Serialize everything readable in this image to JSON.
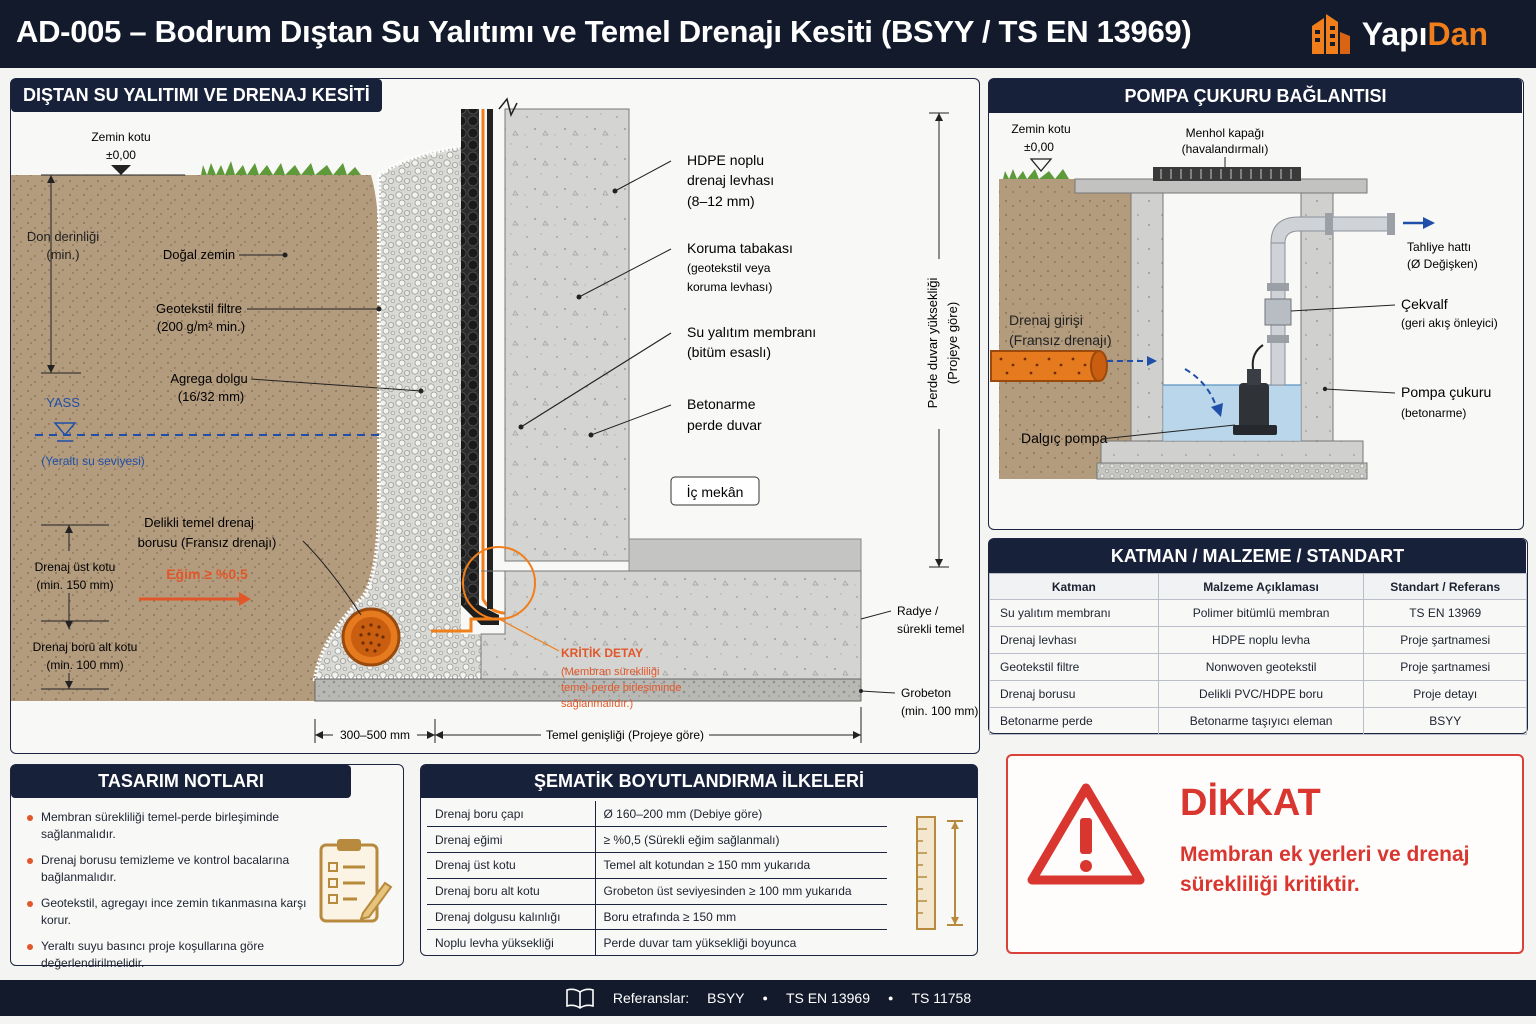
{
  "header": {
    "title": "AD-005 – Bodrum Dıştan Su Yalıtımı ve Temel Drenajı Kesiti (BSYY / TS EN 13969)",
    "logo_part1": "Yapı",
    "logo_part2": "Dan"
  },
  "section": {
    "tab": "DIŞTAN SU YALITIMI VE DRENAJ KESİTİ",
    "zemin_kotu": "Zemin kotu",
    "zemin_val": "±0,00",
    "don_1": "Don derinliği",
    "don_2": "(min.)",
    "yass": "YASS",
    "yass_sub": "(Yeraltı su seviyesi)",
    "ust_1": "Drenaj üst kotu",
    "ust_2": "(min. 150 mm)",
    "alt_1": "Drenaj borū alt kotu",
    "alt_2": "(min. 100 mm)",
    "dogal": "Doğal zemin",
    "geo_1": "Geotekstil filtre",
    "geo_2": "(200 g/m² min.)",
    "agr_1": "Agrega dolgu",
    "agr_2": "(16/32 mm)",
    "boru_1": "Delikli temel drenaj",
    "boru_2": "borusu (Fransız drenajı)",
    "egim": "Eğim ≥ %0,5",
    "hdpe_1": "HDPE noplu",
    "hdpe_2": "drenaj levhası",
    "hdpe_3": "(8–12 mm)",
    "kor_1": "Koruma tabakası",
    "kor_2": "(geotekstil veya",
    "kor_3": "koruma levhası)",
    "mem_1": "Su yalıtım membranı",
    "mem_2": "(bitüm esaslı)",
    "bet_1": "Betonarme",
    "bet_2": "perde duvar",
    "ic": "İç mekân",
    "perde_1": "Perde duvar yüksekliği",
    "perde_2": "(Projeye göre)",
    "radye_1": "Radye /",
    "radye_2": "sürekli temel",
    "grob_1": "Grobeton",
    "grob_2": "(min. 100 mm)",
    "kritik_1": "KRİTİK DETAY",
    "kritik_2": "(Membran sürekliliği",
    "kritik_3": "temel-perde birleşiminde",
    "kritik_4": "sağlanmalıdır.)",
    "dim1": "300–500 mm",
    "dim2": "Temel genişliği (Projeye göre)"
  },
  "pump": {
    "title": "POMPA ÇUKURU BAĞLANTISI",
    "zemin": "Zemin kotu",
    "zemin_val": "±0,00",
    "menhol_1": "Menhol kapağı",
    "menhol_2": "(havalandırmalı)",
    "tahliye_1": "Tahliye hattı",
    "tahliye_2": "(Ø Değişken)",
    "drenaj_1": "Drenaj girişi",
    "drenaj_2": "(Fransız drenajı)",
    "cekvalf_1": "Çekvalf",
    "cekvalf_2": "(geri akış önleyici)",
    "cukur_1": "Pompa çukuru",
    "cukur_2": "(betonarme)",
    "dalgic": "Dalgıç pompa"
  },
  "materials": {
    "title": "KATMAN / MALZEME / STANDART",
    "headers": [
      "Katman",
      "Malzeme Açıklaması",
      "Standart / Referans"
    ],
    "rows": [
      [
        "Su yalıtım membranı",
        "Polimer bitümlü membran",
        "TS EN 13969"
      ],
      [
        "Drenaj levhası",
        "HDPE noplu levha",
        "Proje şartnamesi"
      ],
      [
        "Geotekstil filtre",
        "Nonwoven geotekstil",
        "Proje şartnamesi"
      ],
      [
        "Drenaj borusu",
        "Delikli PVC/HDPE boru",
        "Proje detayı"
      ],
      [
        "Betonarme perde",
        "Betonarme taşıyıcı eleman",
        "BSYY"
      ]
    ]
  },
  "notes": {
    "title": "TASARIM NOTLARI",
    "items": [
      "Membran sürekliliği temel-perde birleşiminde sağlanmalıdır.",
      "Drenaj borusu temizleme ve kontrol bacalarına bağlanmalıdır.",
      "Geotekstil, agregayı ince zemin tıkanmasına karşı korur.",
      "Yeraltı suyu basıncı proje koşullarına göre değerlendirilmelidir."
    ]
  },
  "dims": {
    "title": "ŞEMATİK BOYUTLANDIRMA İLKELERİ",
    "rows": [
      [
        "Drenaj boru çapı",
        "Ø 160–200 mm (Debiye göre)"
      ],
      [
        "Drenaj eğimi",
        "≥ %0,5 (Sürekli eğim sağlanmalı)"
      ],
      [
        "Drenaj üst kotu",
        "Temel alt kotundan ≥ 150 mm yukarıda"
      ],
      [
        "Drenaj boru alt kotu",
        "Grobeton üst seviyesinden ≥ 100 mm yukarıda"
      ],
      [
        "Drenaj dolgusu kalınlığı",
        "Boru etrafında ≥ 150 mm"
      ],
      [
        "Noplu levha yüksekliği",
        "Perde duvar tam yüksekliği boyunca"
      ]
    ]
  },
  "warning": {
    "title": "DİKKAT",
    "text": "Membran ek yerleri ve drenaj sürekliliği kritiktir."
  },
  "footer": {
    "label": "Referanslar:",
    "refs": [
      "BSYY",
      "TS EN 13969",
      "TS  11758"
    ]
  },
  "colors": {
    "navy": "#17213a",
    "orange": "#f07f1b",
    "red": "#d8362f",
    "blue": "#1f4fa8"
  }
}
